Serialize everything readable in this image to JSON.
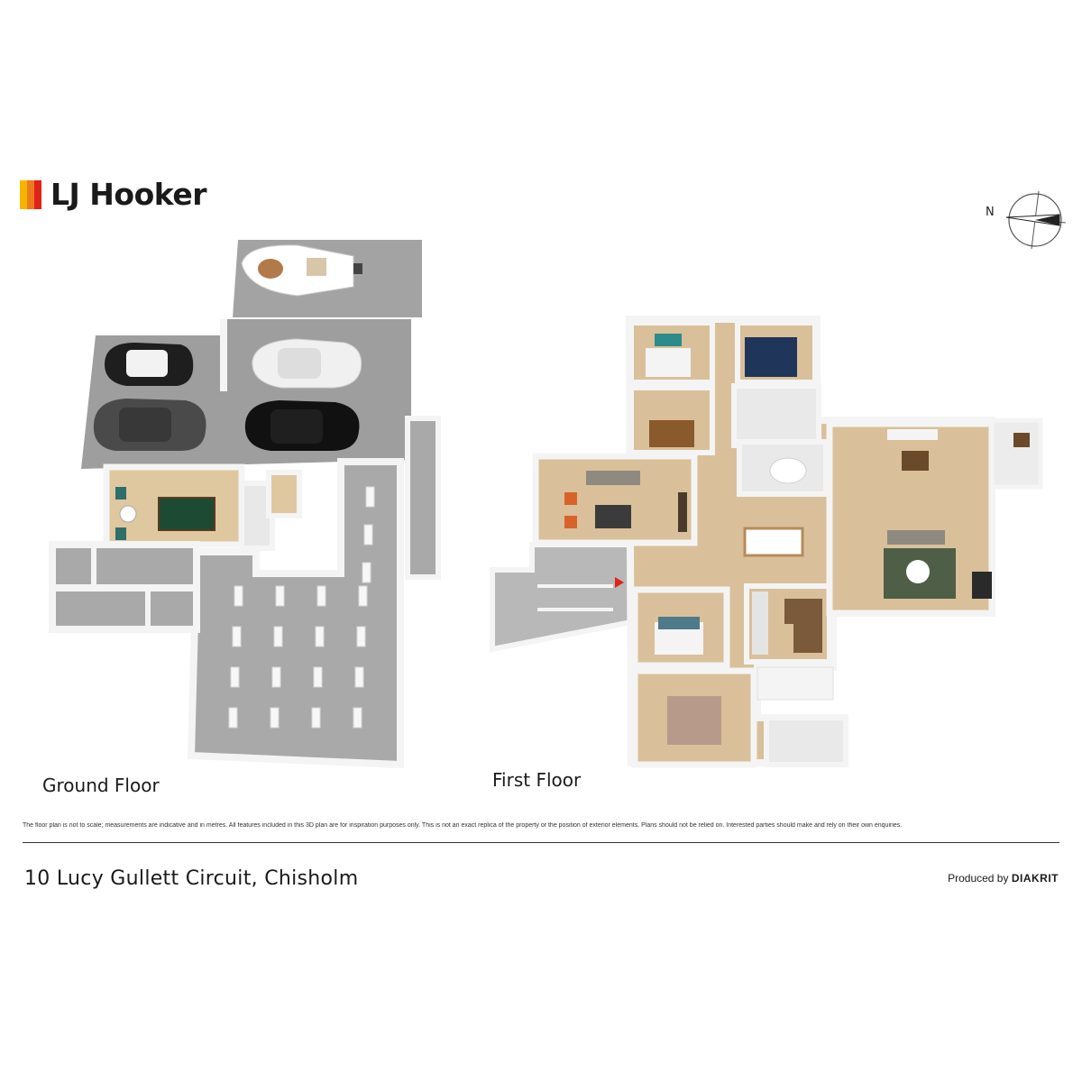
{
  "brand": {
    "name": "LJ Hooker",
    "logo_colors": [
      "#f5b400",
      "#ee7a1e",
      "#e2231a"
    ]
  },
  "compass": {
    "label": "N",
    "icon": "compass-rose-icon"
  },
  "floors": {
    "ground_label": "Ground Floor",
    "first_label": "First Floor"
  },
  "disclaimer": "The floor plan is not to scale; measurements are indicative and in metres. All features included in this 3D plan are for inspiration purposes only. This is not an exact replica of the property or the position of exterior elements. Plans should not be relied on. Interested parties should make and rely on their own enquiries.",
  "address": "10 Lucy Gullett Circuit, Chisholm",
  "producer": {
    "prefix": "Produced by",
    "brand": "DIAKRIT"
  },
  "colors": {
    "wall": "#f4f4f4",
    "wall_edge": "#cfcfcf",
    "concrete": "#9c9c9c",
    "subfloor": "#bdbdbd",
    "timber": "#d9c09a",
    "tile": "#e9e9e9",
    "entry_marker": "#e2231a"
  }
}
